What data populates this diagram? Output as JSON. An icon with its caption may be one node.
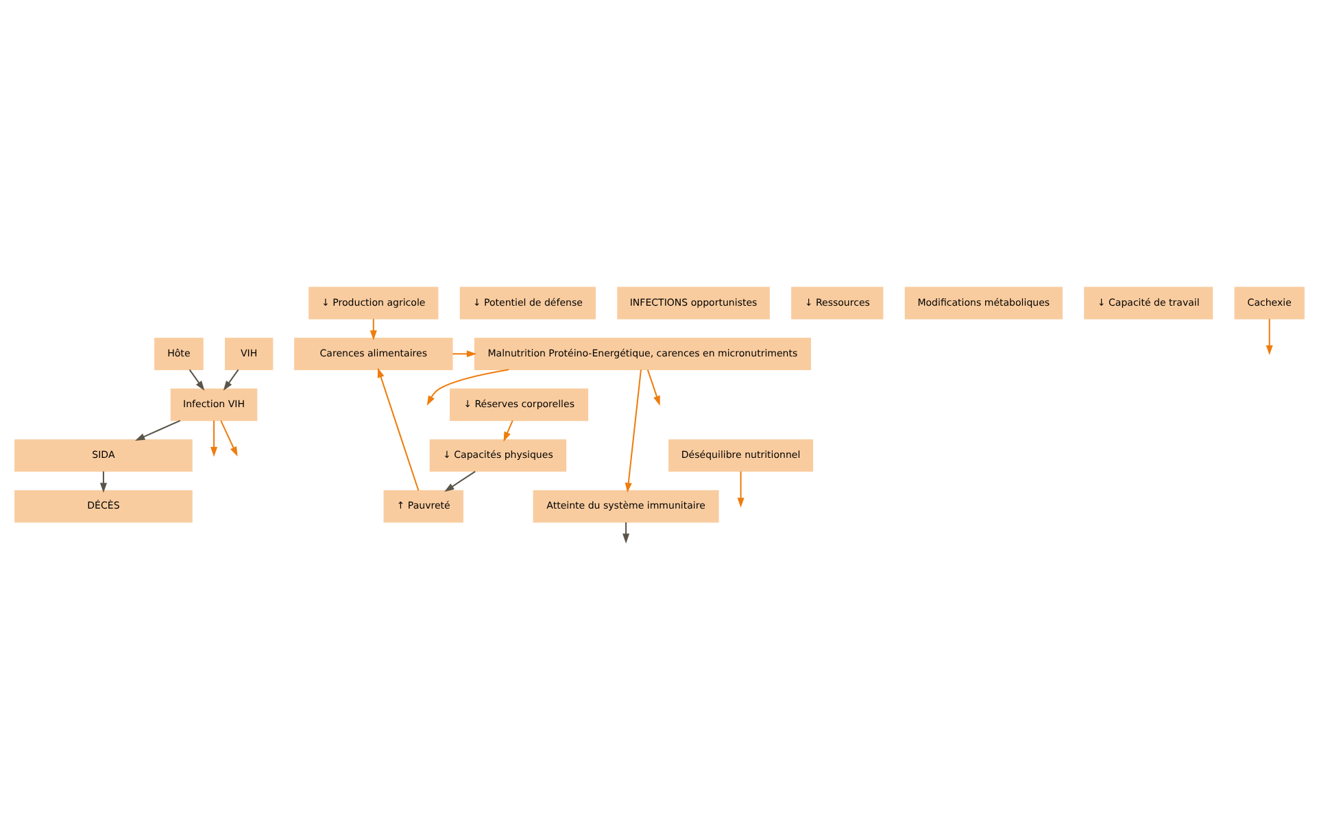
{
  "diagram": {
    "nodes": [
      {
        "text": [
          "Hôte"
        ]
      },
      {
        "text": [
          "VIH"
        ]
      },
      {
        "text": [
          "Malnutrition Protéino-Energétique, carences en micronutriments"
        ]
      },
      {
        "text": [
          "Carences alimentaires"
        ]
      },
      {
        "text": [
          "Infection VIH"
        ]
      },
      {
        "text": [
          "Atteinte du système immunitaire"
        ]
      },
      {
        "text": [
          "↓ Potentiel de défense"
        ]
      },
      {
        "text": [
          "INFECTIONS opportunistes"
        ]
      },
      {
        "text": [
          "↑ Pauvreté"
        ]
      },
      {
        "text": [
          "↓ Ressources"
        ]
      },
      {
        "text": [
          "Modifications métaboliques"
        ]
      },
      {
        "text": [
          "↓ Production agricole"
        ]
      },
      {
        "text": [
          "Déséquilibre nutritionnel"
        ]
      },
      {
        "text": [
          "↓ Capacité de travail"
        ]
      },
      {
        "text": [
          "SIDA"
        ]
      },
      {
        "text": [
          "↓ Réserves corporelles"
        ]
      },
      {
        "text": [
          "↓ Capacités physiques"
        ]
      },
      {
        "text": [
          "Cachexie"
        ]
      },
      {
        "text": [
          "DÉCÈS"
        ]
      }
    ],
    "edges": [
      {
        "from": 0,
        "to": 4,
        "arrow": "to",
        "color": "#5b554b"
      },
      {
        "from": 1,
        "to": 4,
        "arrow": "to",
        "color": "#5b554b"
      },
      {
        "from": 3,
        "to": 2,
        "arrow": "to"
      },
      {
        "from": 2,
        "to": null,
        "arrow": "to"
      },
      {
        "from": 2,
        "to": null,
        "arrow": "to"
      },
      {
        "from": 2,
        "to": 5,
        "arrow": "to"
      },
      {
        "from": 4,
        "to": 14,
        "arrow": "to",
        "color": "#5b554b"
      },
      {
        "from": 4,
        "to": null,
        "arrow": "to"
      },
      {
        "from": 4,
        "to": null,
        "arrow": "to"
      },
      {
        "from": 5,
        "to": null,
        "arrow": "to",
        "color": "#5b554b"
      },
      {
        "from": 12,
        "to": null,
        "arrow": "to"
      },
      {
        "from": 11,
        "to": 3,
        "arrow": "to"
      },
      {
        "from": 8,
        "to": 3,
        "arrow": "to"
      },
      {
        "from": 15,
        "to": 16,
        "arrow": "to"
      },
      {
        "from": 16,
        "to": 8,
        "arrow": "to",
        "color": "#5b554b"
      },
      {
        "from": 14,
        "to": 18,
        "arrow": "to",
        "color": "#5b554b"
      },
      {
        "from": 17,
        "to": null,
        "arrow": "to"
      }
    ]
  }
}
